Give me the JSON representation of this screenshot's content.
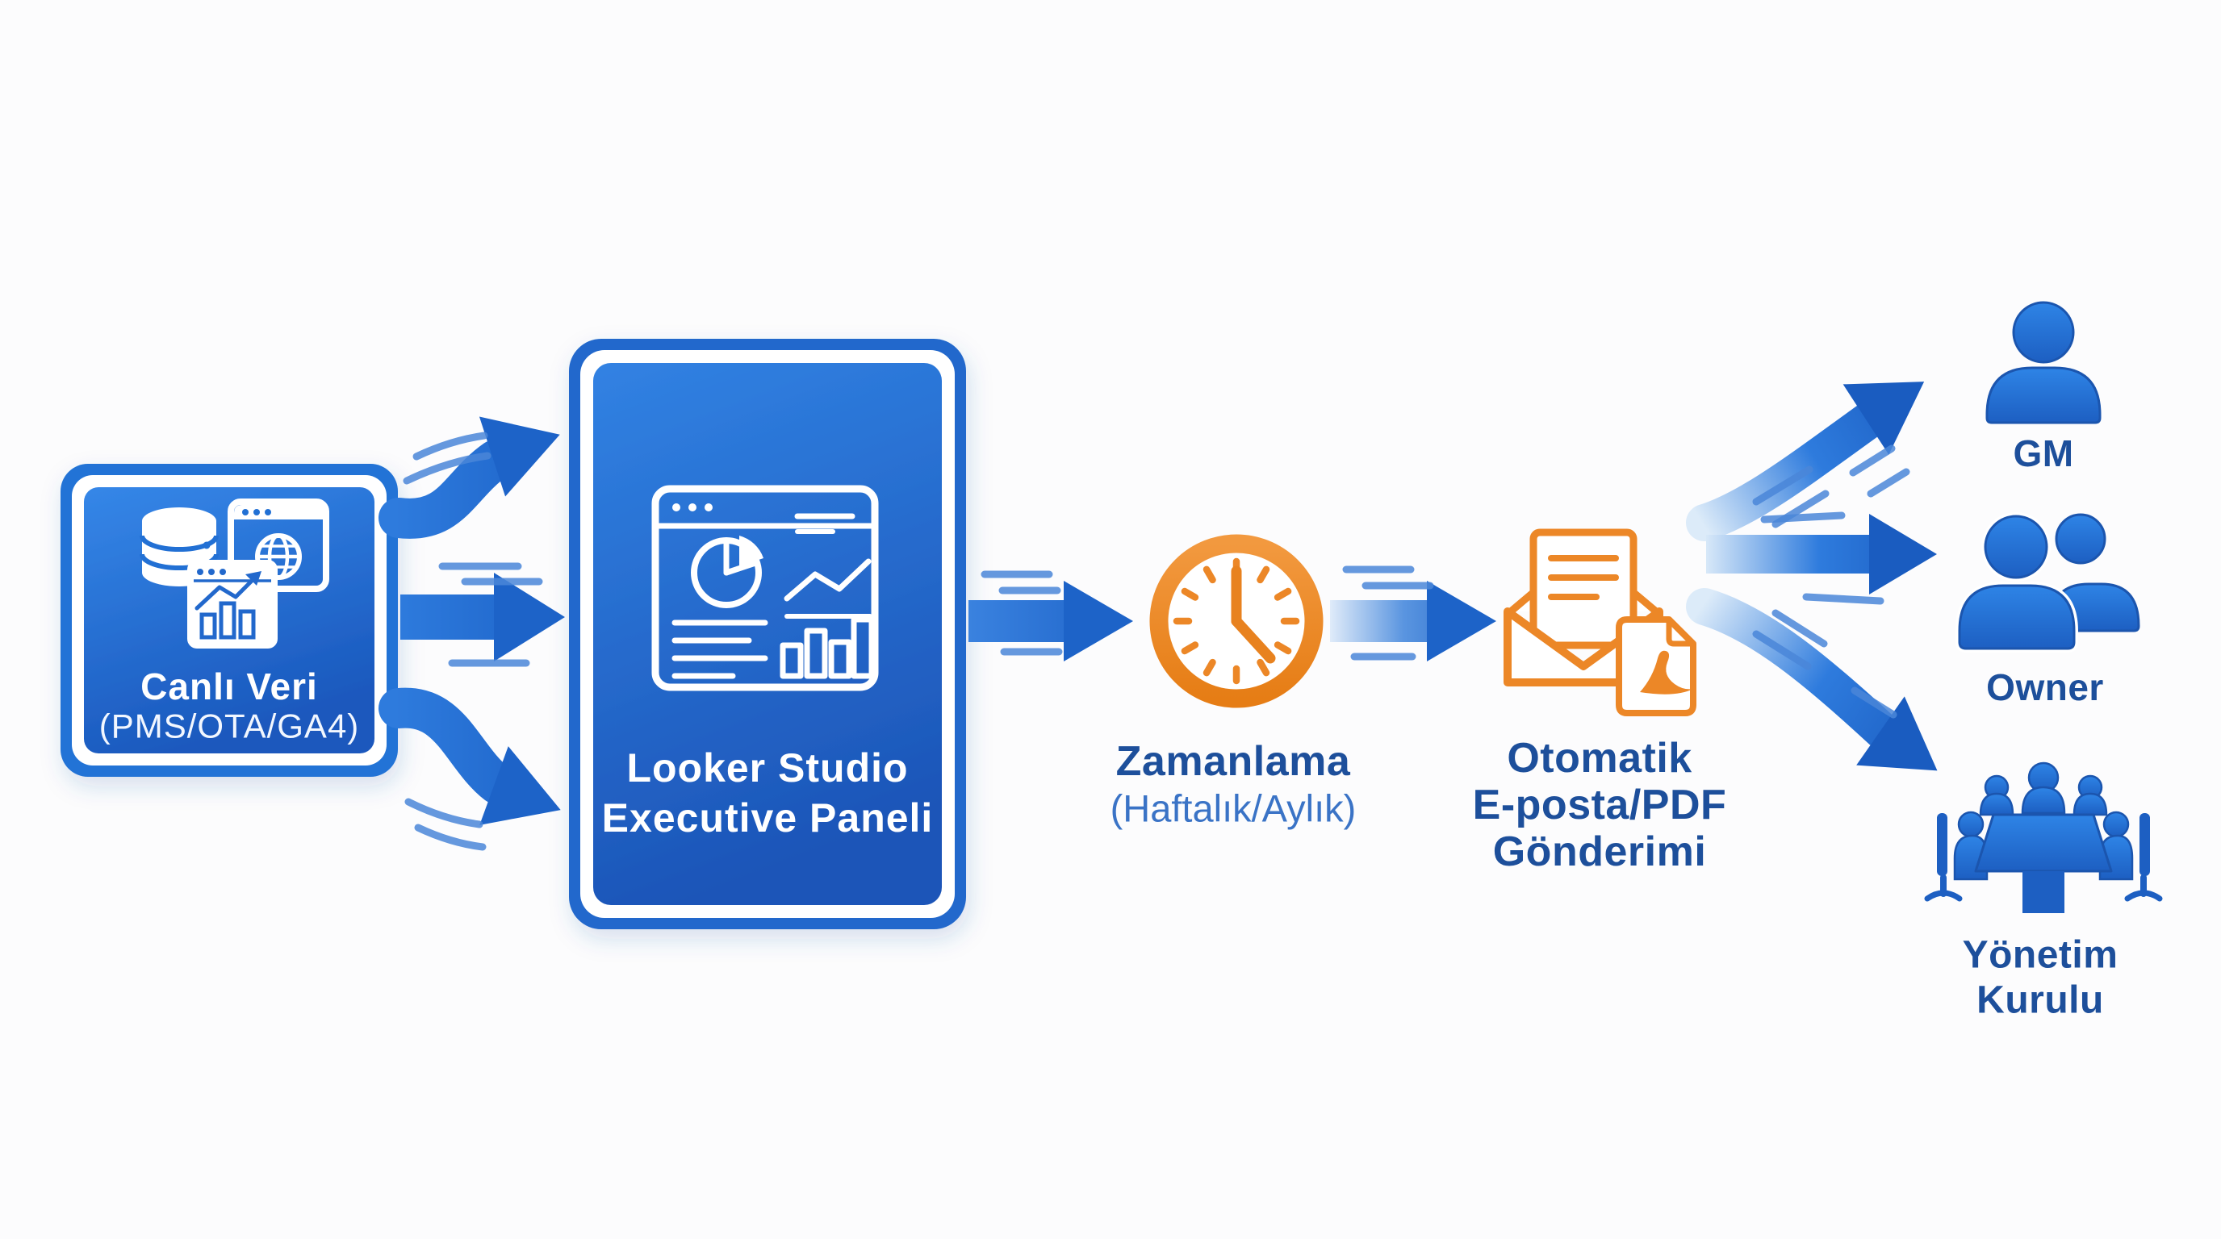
{
  "colors": {
    "primary_blue": "#2273d6",
    "deep_blue": "#1b5ec4",
    "navy_text": "#1d4f9b",
    "secondary_text": "#3a73c6",
    "orange": "#ec8727",
    "white": "#ffffff",
    "background": "#fcfcfd"
  },
  "nodes": {
    "source": {
      "label": "Canlı Veri",
      "sublabel": "(PMS/OTA/GA4)"
    },
    "panel": {
      "label_line1": "Looker Studio",
      "label_line2": "Executive Paneli"
    },
    "schedule": {
      "label": "Zamanlama",
      "sublabel": "(Haftalık/Aylık)"
    },
    "delivery": {
      "label_line1": "Otomatik",
      "label_line2": "E-posta/PDF",
      "label_line3": "Gönderimi"
    },
    "recipients": {
      "gm": {
        "label": "GM"
      },
      "owner": {
        "label": "Owner"
      },
      "board": {
        "label_line1": "Yönetim",
        "label_line2": "Kurulu"
      }
    }
  },
  "icons": {
    "source": [
      "database-icon",
      "web-window-icon",
      "chart-window-icon"
    ],
    "panel": "dashboard-icon",
    "schedule": "clock-icon",
    "delivery": [
      "email-icon",
      "pdf-icon"
    ],
    "gm": "person-icon",
    "owner": "people-icon",
    "board": "meeting-table-icon",
    "connectors": "arrow-icon"
  }
}
